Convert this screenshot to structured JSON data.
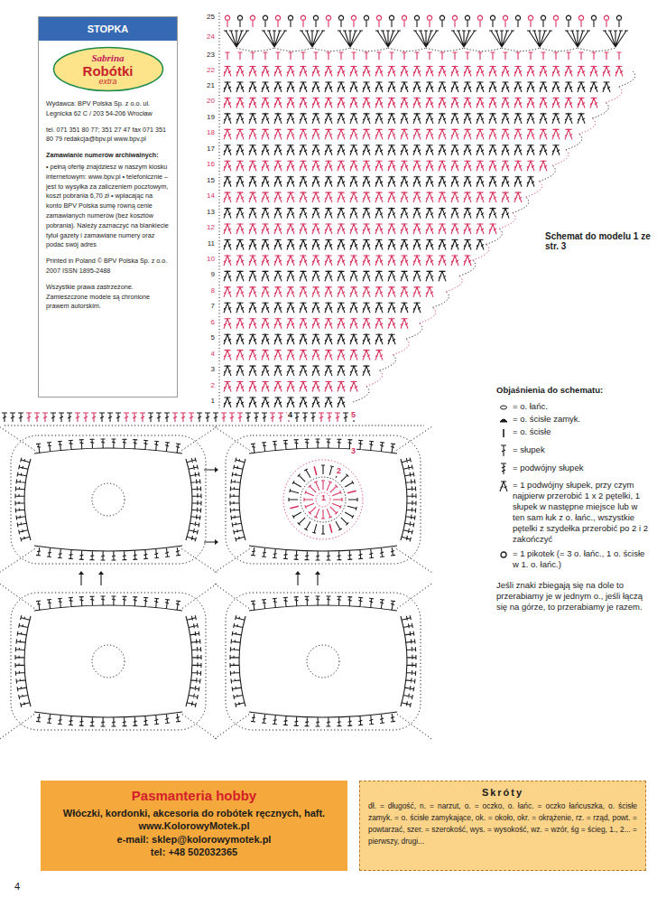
{
  "diagram": {
    "nodes": [
      {
        "text": [
          "STOPKA",
          "Wydawca: BPV Polska Sp. z o.o. ul. Legnicka 62 C / 203 54-206 Wrocław",
          "tel. 071 351 80 77; 351 27 47 fax 071 351 80 79 redakcja@bpv.pl www.bpv.pl",
          "Zamawianie numerów archiwalnych:",
          "• pełną ofertę znajdziesz w naszym kiosku internetowym: www.bpv.pl • telefonicznie – jest to wysyłka za zaliczeniem pocztowym, koszt pobrania 6,70 zł • wpłacając na konto BPV Polska sumę równą cenie zamawianych numerów (bez kosztów pobrania). Należy zaznaczyć na blankiecie tytuł gazety i zamawiane numery oraz podać swój adres",
          "Printed in Poland © BPV Polska Sp. z o.o. 2007 ISSN 1895-2488",
          "Wszystkie prawa zastrzeżone. Zamieszczone modele są chronione prawem autorskim."
        ]
      },
      {
        "text": [
          "Sabrina",
          "Robótki",
          "extra"
        ],
        "in": 0
      },
      {
        "text": [
          "Pasmanteria hobby",
          "Włóczki, kordonki, akcesoria do robótek ręcznych, haft.",
          "www.KolorowyMotek.pl",
          "e-mail: sklep@kolorowymotek.pl",
          "tel: +48 502032365"
        ]
      },
      {
        "text": [
          "Skróty",
          "dł. = długość, n. = narzut, o. = oczko, o. łańc. = oczko łańcuszka, o. ścisłe zamyk. = o. ścisłe zamykające, ok. = około, okr. = okrążenie, rz. = rząd, powt. = powtarzać, szer. = szerokość, wys. = wysokość, wz. = wzór, śg = ścieg, 1., 2... = pierwszy, drugi..."
        ]
      }
    ],
    "labels": [
      "Schemat do modelu 1 ze str. 3",
      "Objaśnienia do schematu:",
      "Jeśli znaki zbiegają się na dole to przerabiamy je w jednym o., jeśli łączą się na górze, to przerabiamy je razem.",
      "4",
      "1",
      "2",
      "3",
      "4",
      "5",
      "6",
      "7",
      "8",
      "9",
      "10",
      "11",
      "12",
      "13",
      "14",
      "15",
      "16",
      "17",
      "18",
      "19",
      "20",
      "21",
      "22",
      "23",
      "24",
      "25",
      "1",
      "2",
      "3",
      "4",
      "5"
    ],
    "legend": [
      {
        "text": "= o. łańc."
      },
      {
        "text": "= o. ścisłe zamyk."
      },
      {
        "text": "= o. ścisłe"
      },
      {
        "text": "= słupek"
      },
      {
        "text": "= podwójny słupek"
      },
      {
        "text": "= 1 podwójny słupek, przy czym najpierw przerobić 1 x 2 pętelki, 1 słupek w następne miejsce lub w ten sam łuk z o. łańc., wszystkie pętelki z szydełka przerobić po 2 i 2 zakończyć"
      },
      {
        "text": "= 1 pikotek (= 3 o. łańc., 1 o. ścisłe w 1. o. łańc.)"
      }
    ]
  }
}
